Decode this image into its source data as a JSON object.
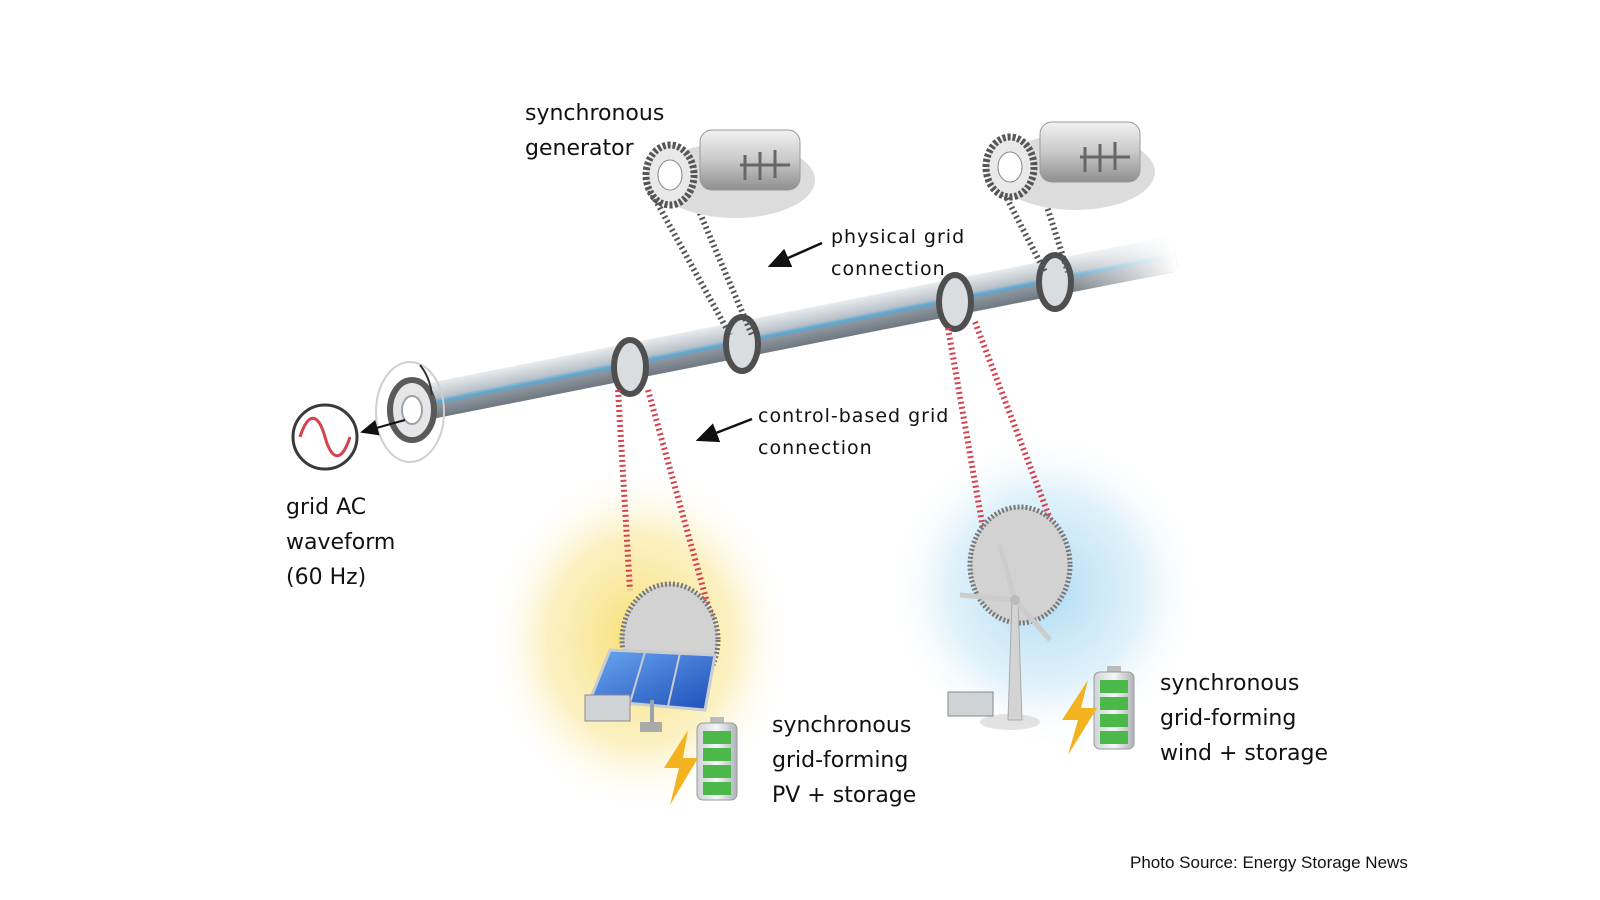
{
  "labels": {
    "sync_generator": "synchronous\ngenerator",
    "physical_grid": "physical grid\nconnection",
    "control_grid": "control-based grid\nconnection",
    "grid_ac": "grid AC\nwaveform\n(60 Hz)",
    "pv_storage": "synchronous\ngrid-forming\nPV + storage",
    "wind_storage": "synchronous\ngrid-forming\nwind + storage"
  },
  "source": "Photo Source: Energy Storage News",
  "colors": {
    "shaft": "#9aa3ab",
    "shaft_highlight": "#5aa9d6",
    "physical_chain": "#555555",
    "control_chain": "#d4434f",
    "pv_glow": "#f7dd6a",
    "wind_glow": "#a9d8f2",
    "battery": "#4cb84a",
    "bolt": "#f3b21f",
    "waveform": "#d4434f",
    "solar_panel": "#2f6fd6"
  }
}
